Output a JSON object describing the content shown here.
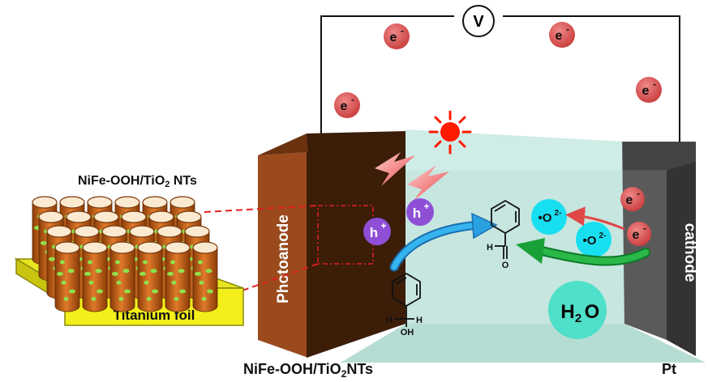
{
  "voltmeter": {
    "label": "V"
  },
  "electron": "e",
  "electron_charge": "-",
  "hole": "h",
  "hole_charge": "+",
  "anode": {
    "label": "Photoanode",
    "material_top": "NiFe-OOH/TiO",
    "material_top_sub": "2",
    "material_top_suffix": " NTs",
    "substrate": "Titanium foil",
    "bottom_label": "NiFe-OOH/TiO",
    "bottom_label_sub": "2",
    "bottom_label_suffix": "NTs"
  },
  "cathode": {
    "label": "cathode",
    "bottom_label": "Pt"
  },
  "superoxide": {
    "label": "•O",
    "sup": "2-"
  },
  "water": {
    "label": "H",
    "sub": "2",
    "suffix": "O"
  },
  "molecules": {
    "alcohol_h": "H",
    "alcohol_oh": "OH",
    "aldehyde_h": "H",
    "aldehyde_o": "O"
  },
  "colors": {
    "electron": "#e05555",
    "hole": "#8e4fd6",
    "superoxide": "#18dff0",
    "water": "#4ee0c8",
    "anode_face": "#3b1d08",
    "anode_side": "#9a4a1c",
    "cathode": "#3a3a3a",
    "electrolyte": "#cfece6",
    "nanotube": "#c8661c",
    "foil": "#f2ef1a",
    "arrow_blue": "#2aa0e0",
    "arrow_green": "#1aa038",
    "sun": "#ff1a00"
  }
}
